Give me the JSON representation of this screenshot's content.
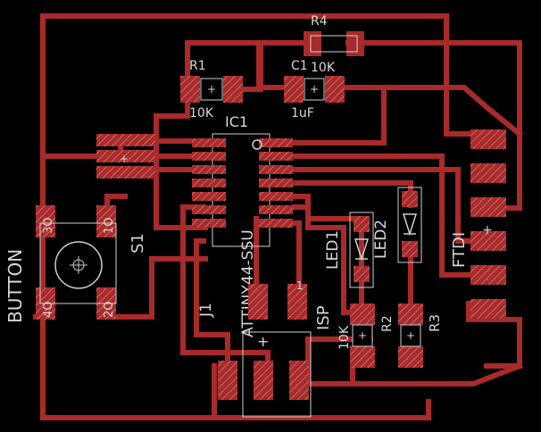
{
  "labels": {
    "r4": "R4",
    "r4_value": "10K",
    "r1": "R1",
    "r1_value": "10K",
    "c1": "C1",
    "c1_value": "1uF",
    "ic1": "IC1",
    "ic1_part": "ATTINY44-SSU",
    "button": "BUTTON",
    "s1": "S1",
    "pin_1o": "1O",
    "pin_2o": "2O",
    "pin_3o": "3O",
    "pin_4o": "4O",
    "led1": "LED1",
    "led2": "LED2",
    "ftdi": "FTDI",
    "j1": "J1",
    "isp": "ISP",
    "r2": "R2",
    "r2_value": "10K",
    "r3": "R3"
  },
  "colors": {
    "background": "#000000",
    "copper": "#a92a2a",
    "silkscreen": "#d7d7d7"
  }
}
